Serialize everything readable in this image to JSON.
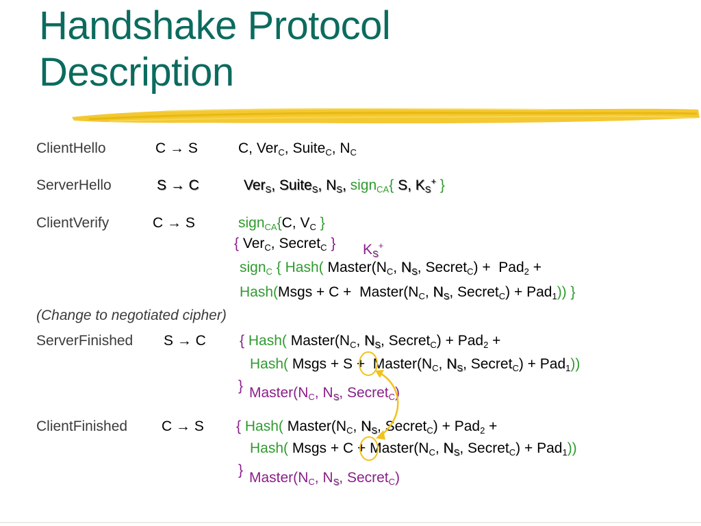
{
  "title": {
    "line1": "Handshake Protocol",
    "line2": "Description"
  },
  "colors": {
    "title": "#0b6b5e",
    "label": "#3a3a3a",
    "green": "#2f9a2f",
    "purple": "#8a1e8a",
    "highlight": "#f2c21c"
  },
  "labels": {
    "client_hello": "ClientHello",
    "server_hello": "ServerHello",
    "client_verify": "ClientVerify",
    "change_cipher": "(Change to negotiated cipher)",
    "server_finished": "ServerFinished",
    "client_finished": "ClientFinished"
  },
  "arrows": {
    "client_hello": "C → S",
    "server_hello": "S → C",
    "client_verify": "C → S",
    "server_finished": "S → C",
    "client_finished": "C → S"
  },
  "sym": {
    "C": "C",
    "S": "S",
    "N": "N",
    "K": "K",
    "Ver": "Ver",
    "Suite": "Suite",
    "Secret": "Secret",
    "Master": "Master(",
    "Pad": "Pad",
    "Msgs": "Msgs",
    "sign": "sign",
    "Hash": "Hash(",
    "HashNoSpace": "Hash(",
    "CA": "CA",
    "plus": "+",
    "one": "1",
    "two": "2",
    "V": "V",
    "comma": ", ",
    "open_brace": "{",
    "close_brace": "}",
    "lbrace_sp": "{ ",
    "sp_rbrace": " }"
  }
}
